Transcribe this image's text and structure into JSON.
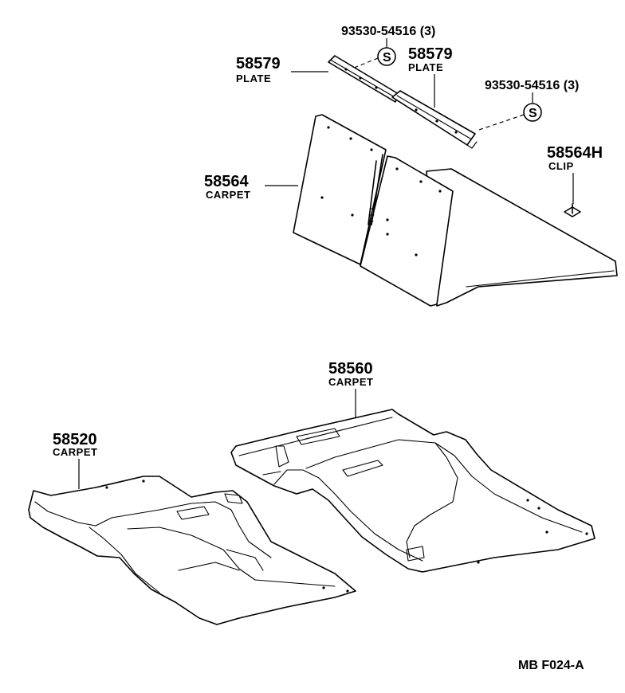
{
  "parts": [
    {
      "id": "screw-top",
      "number": "93530-54516 (3)",
      "symbol": "S"
    },
    {
      "id": "plate-left",
      "number": "58579",
      "name": "PLATE"
    },
    {
      "id": "plate-right",
      "number": "58579",
      "name": "PLATE"
    },
    {
      "id": "screw-right",
      "number": "93530-54516 (3)",
      "symbol": "S"
    },
    {
      "id": "clip",
      "number": "58564H",
      "name": "CLIP"
    },
    {
      "id": "carpet-rear",
      "number": "58564",
      "name": "CARPET"
    },
    {
      "id": "carpet-center",
      "number": "58560",
      "name": "CARPET"
    },
    {
      "id": "carpet-front",
      "number": "58520",
      "name": "CARPET"
    }
  ],
  "diagram_code": "MB  F024-A"
}
